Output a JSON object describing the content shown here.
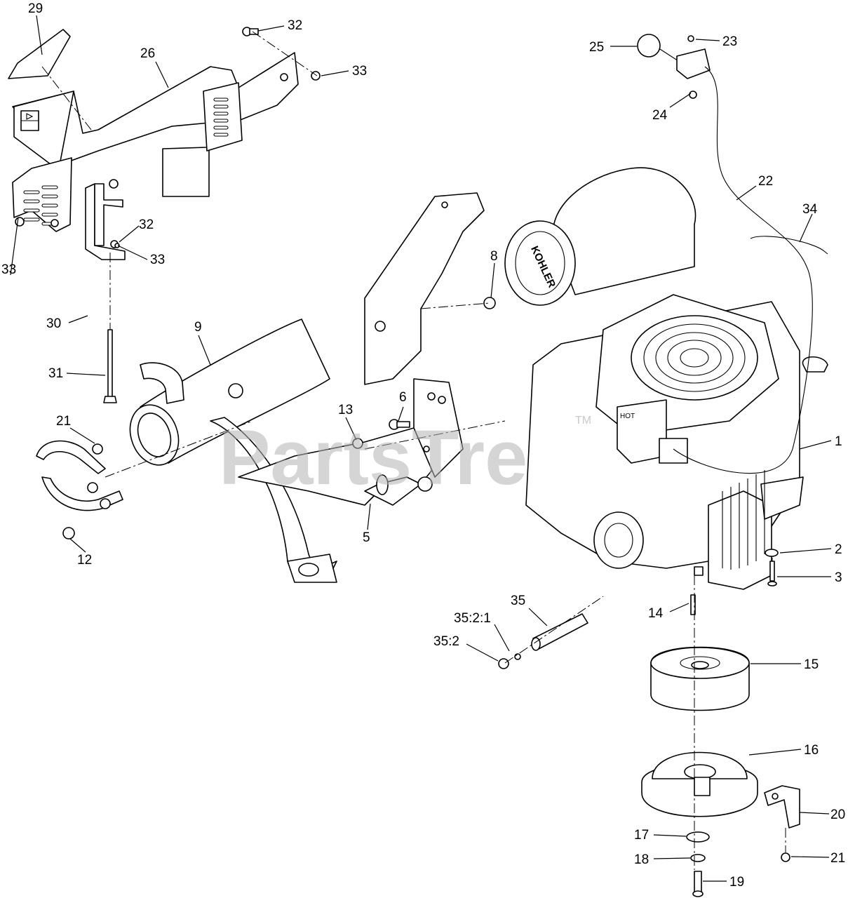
{
  "watermark": {
    "text": "PartsTre",
    "mark": "TM"
  },
  "engine_brand": "KOHLER",
  "hot_label": "HOT",
  "callouts": [
    {
      "id": "c29",
      "label": "29"
    },
    {
      "id": "c26",
      "label": "26"
    },
    {
      "id": "c32a",
      "label": "32"
    },
    {
      "id": "c33a",
      "label": "33"
    },
    {
      "id": "c32b",
      "label": "32"
    },
    {
      "id": "c33b",
      "label": "33"
    },
    {
      "id": "c33c",
      "label": "33"
    },
    {
      "id": "c30",
      "label": "30"
    },
    {
      "id": "c31",
      "label": "31"
    },
    {
      "id": "c9",
      "label": "9"
    },
    {
      "id": "c8",
      "label": "8"
    },
    {
      "id": "c21a",
      "label": "21"
    },
    {
      "id": "c12",
      "label": "12"
    },
    {
      "id": "c13",
      "label": "13"
    },
    {
      "id": "c6",
      "label": "6"
    },
    {
      "id": "c5",
      "label": "5"
    },
    {
      "id": "c25",
      "label": "25"
    },
    {
      "id": "c23",
      "label": "23"
    },
    {
      "id": "c24",
      "label": "24"
    },
    {
      "id": "c22",
      "label": "22"
    },
    {
      "id": "c34",
      "label": "34"
    },
    {
      "id": "c1",
      "label": "1"
    },
    {
      "id": "c2",
      "label": "2"
    },
    {
      "id": "c3",
      "label": "3"
    },
    {
      "id": "c14",
      "label": "14"
    },
    {
      "id": "c35",
      "label": "35"
    },
    {
      "id": "c35_2_1",
      "label": "35:2:1"
    },
    {
      "id": "c35_2",
      "label": "35:2"
    },
    {
      "id": "c15",
      "label": "15"
    },
    {
      "id": "c16",
      "label": "16"
    },
    {
      "id": "c20",
      "label": "20"
    },
    {
      "id": "c17",
      "label": "17"
    },
    {
      "id": "c18",
      "label": "18"
    },
    {
      "id": "c21b",
      "label": "21"
    },
    {
      "id": "c19",
      "label": "19"
    }
  ]
}
